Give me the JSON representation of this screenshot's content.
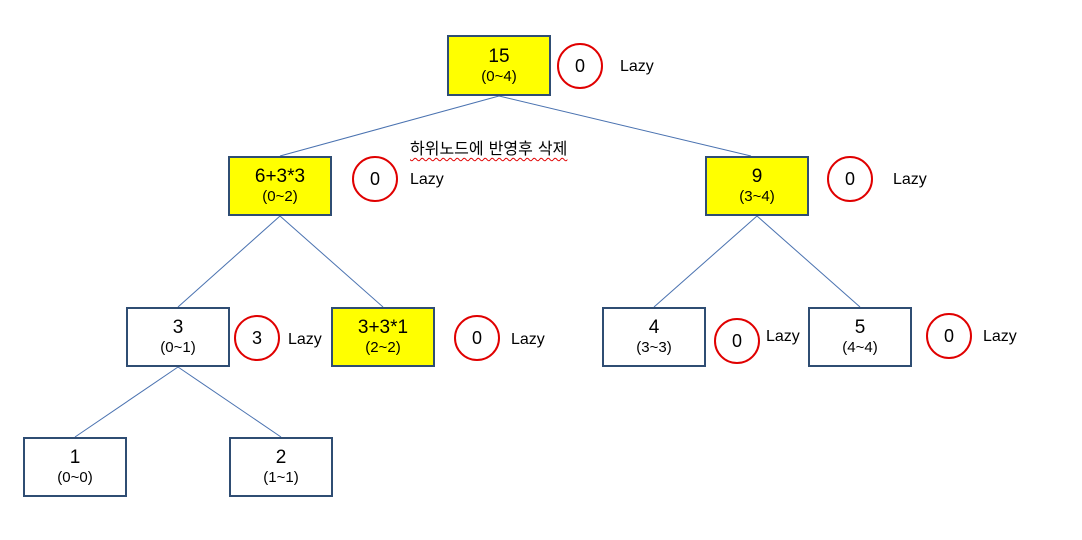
{
  "colors": {
    "node_border": "#2f4d73",
    "highlight": "#ffff00",
    "lazy_circle": "#e00000",
    "edge": "#4a72b0"
  },
  "annotation": "하위노드에 반영후 삭제",
  "nodes": [
    {
      "id": "n0",
      "value": "15",
      "range": "(0~4)",
      "highlighted": true,
      "lazy": "0",
      "lazy_label": "Lazy"
    },
    {
      "id": "n1",
      "value": "6+3*3",
      "range": "(0~2)",
      "highlighted": true,
      "lazy": "0",
      "lazy_label": "Lazy"
    },
    {
      "id": "n2",
      "value": "9",
      "range": "(3~4)",
      "highlighted": true,
      "lazy": "0",
      "lazy_label": "Lazy"
    },
    {
      "id": "n3",
      "value": "3",
      "range": "(0~1)",
      "highlighted": false,
      "lazy": "3",
      "lazy_label": "Lazy"
    },
    {
      "id": "n4",
      "value": "3+3*1",
      "range": "(2~2)",
      "highlighted": true,
      "lazy": "0",
      "lazy_label": "Lazy"
    },
    {
      "id": "n5",
      "value": "4",
      "range": "(3~3)",
      "highlighted": false,
      "lazy": "0",
      "lazy_label": "Lazy"
    },
    {
      "id": "n6",
      "value": "5",
      "range": "(4~4)",
      "highlighted": false,
      "lazy": "0",
      "lazy_label": "Lazy"
    },
    {
      "id": "n7",
      "value": "1",
      "range": "(0~0)",
      "highlighted": false
    },
    {
      "id": "n8",
      "value": "2",
      "range": "(1~1)",
      "highlighted": false
    }
  ],
  "edges": [
    [
      "n0",
      "n1"
    ],
    [
      "n0",
      "n2"
    ],
    [
      "n1",
      "n3"
    ],
    [
      "n1",
      "n4"
    ],
    [
      "n2",
      "n5"
    ],
    [
      "n2",
      "n6"
    ],
    [
      "n3",
      "n7"
    ],
    [
      "n3",
      "n8"
    ]
  ]
}
